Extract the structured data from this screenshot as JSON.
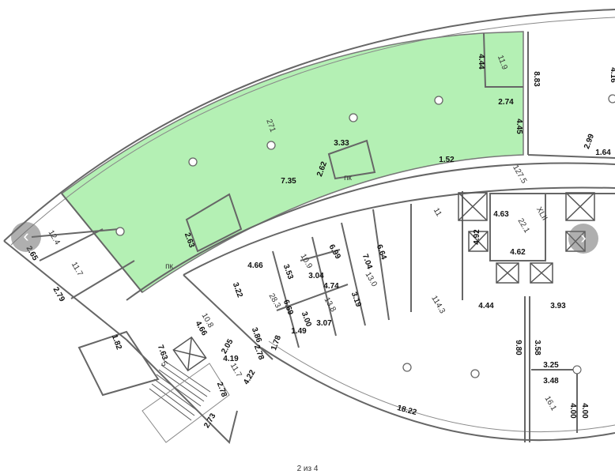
{
  "viewer": {
    "pager": "2 из 4",
    "prev_icon": "‹",
    "next_icon": "›"
  },
  "colors": {
    "highlight": "#b4f0b4",
    "wall": "#666666"
  },
  "plan": {
    "labels": [
      "4.44",
      "11.9",
      "271",
      "3.33",
      "2.62",
      "7.35",
      "1.52",
      "2.74",
      "4.45",
      "8.83",
      "4.16",
      "127.5",
      "4.63",
      "XLII",
      "22.1",
      "4.92",
      "4.62",
      "4.44",
      "3.93",
      "11",
      "4.66",
      "3.53",
      "10.9",
      "3.04",
      "6.99",
      "7.04",
      "6.64",
      "13.0",
      "4.74",
      "3.19",
      "28.3",
      "6.69",
      "3.00",
      "13.8",
      "3.07",
      "1.49",
      "1.78",
      "3.22",
      "3.86",
      "10.8",
      "4.66",
      "2.05",
      "4.19",
      "11.7",
      "2.78",
      "4.22",
      "2.78",
      "2.73",
      "7.63",
      "5",
      "1.82",
      "2.65",
      "12.4",
      "11.7",
      "2.79",
      "2.63",
      "114.3",
      "18.22",
      "9.80",
      "3.58",
      "3.25",
      "3.48",
      "4.00",
      "4.00",
      "16.1",
      "пк",
      "пк",
      "1.64",
      "2.99"
    ]
  }
}
